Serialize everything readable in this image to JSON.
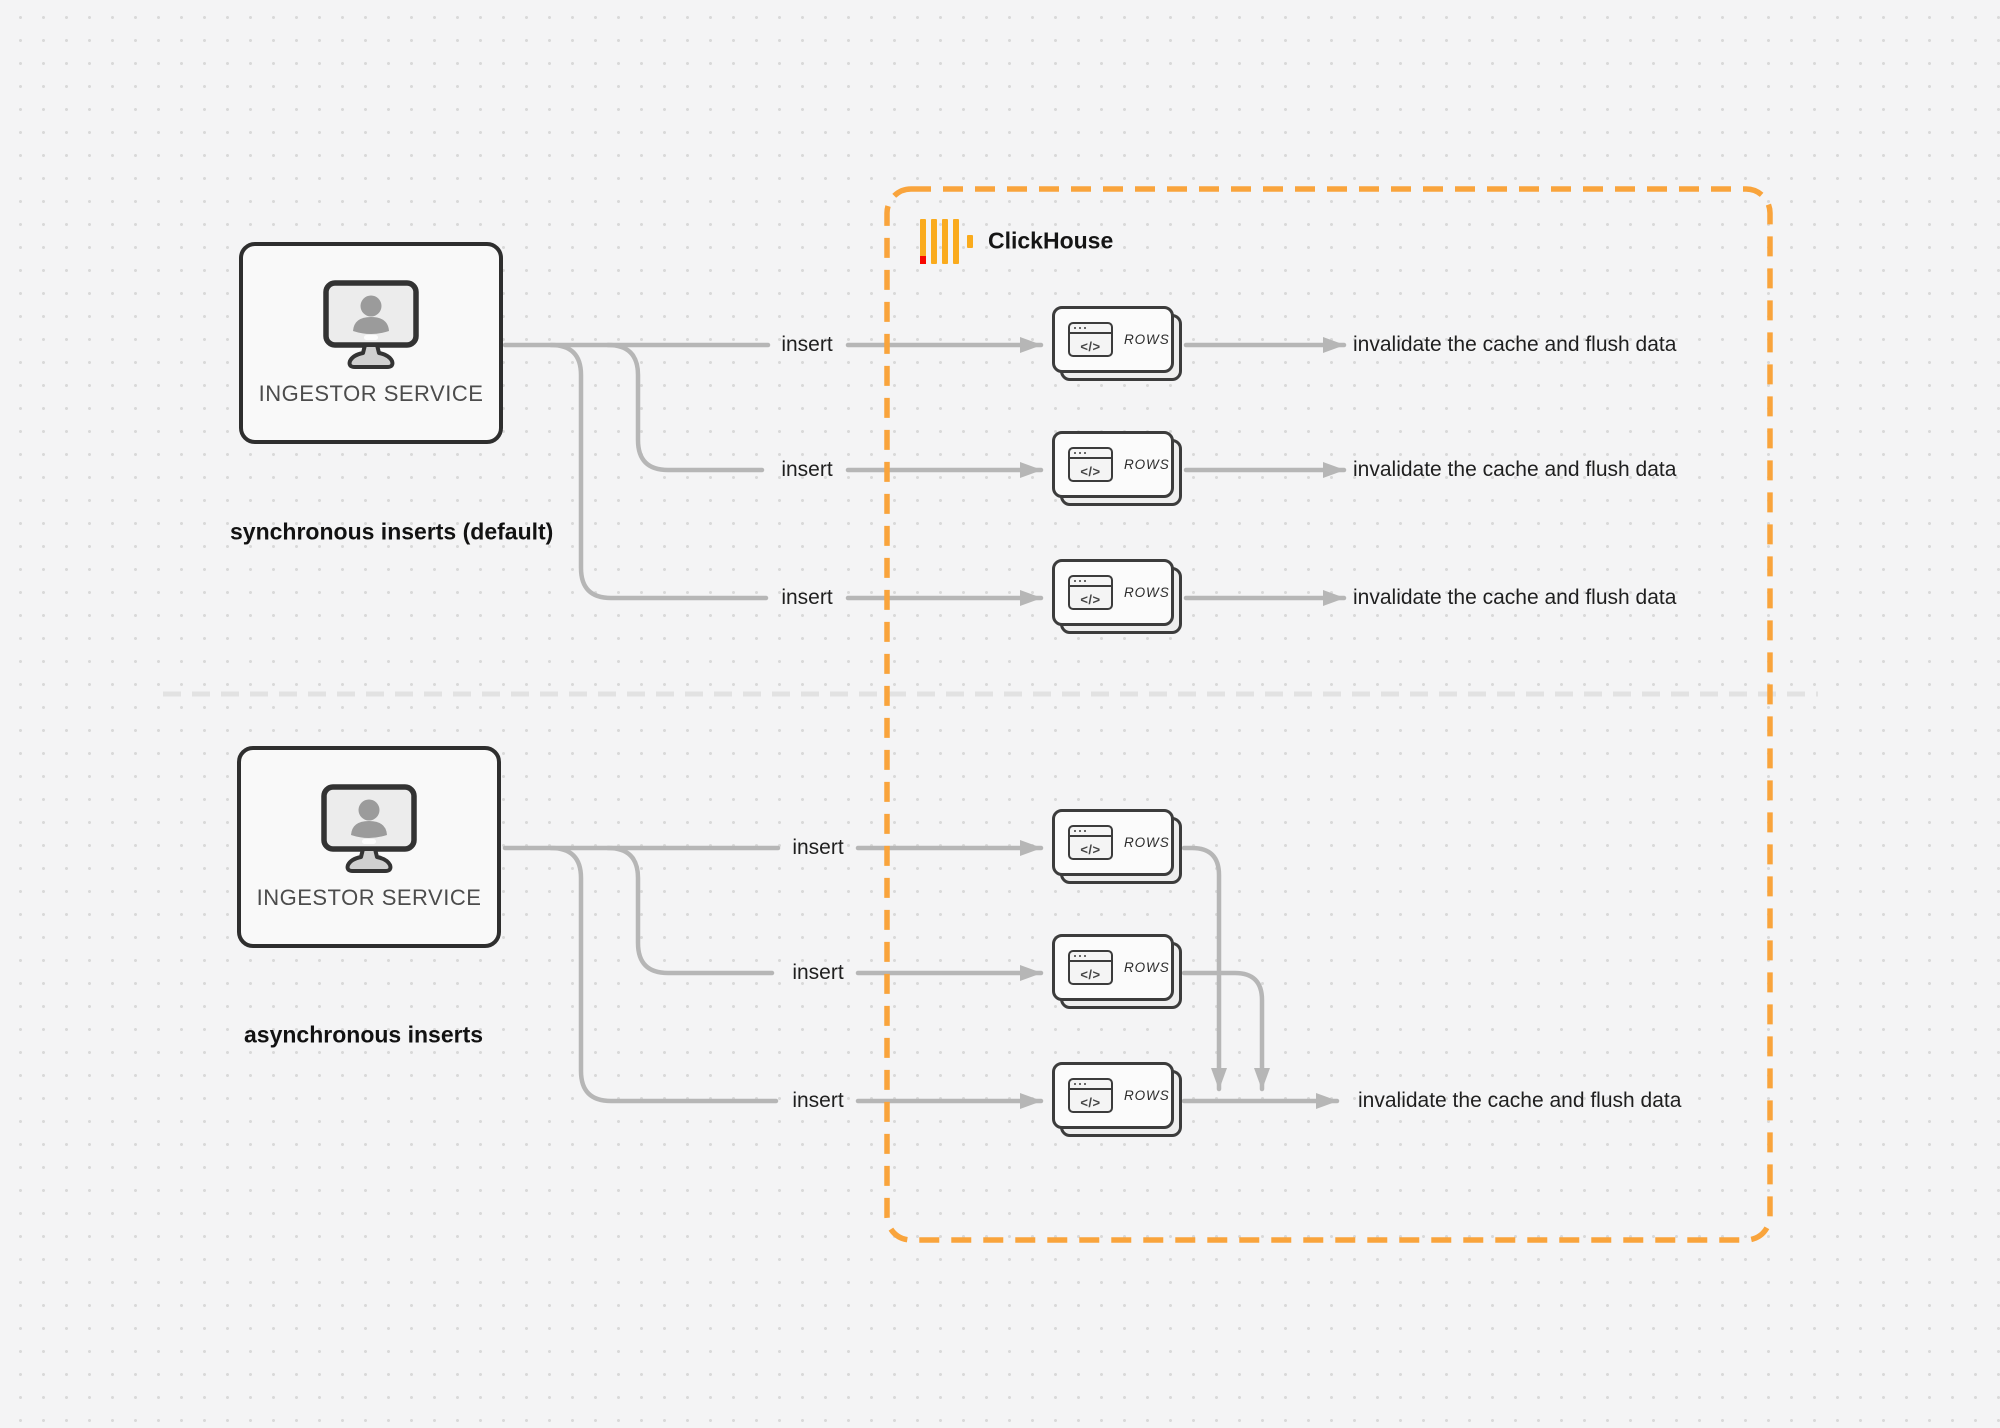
{
  "clickhouse": {
    "brand": "ClickHouse"
  },
  "nodes": {
    "ingestor_label": "INGESTOR SERVICE",
    "rows_label": "ROWS",
    "code_glyph": "</>"
  },
  "edges": {
    "insert_label": "insert",
    "invalidate_label": "invalidate the cache and flush data"
  },
  "captions": {
    "sync": "synchronous inserts (default)",
    "async": "asynchronous inserts"
  },
  "colors": {
    "accent_orange": "#F9A43C",
    "logo_amber": "#FAAB1D",
    "logo_red": "#F80800",
    "connector_gray": "#B6B6B6",
    "node_border_dark": "#2E2E2E",
    "divider_gray": "#E2E2E2"
  }
}
